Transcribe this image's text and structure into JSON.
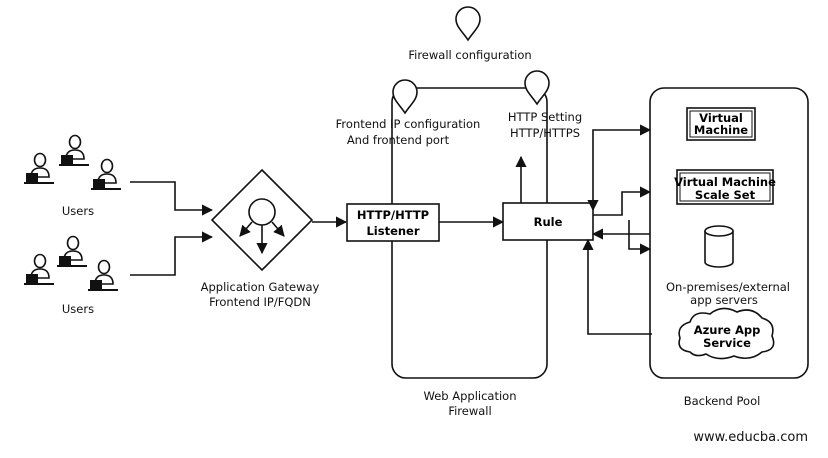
{
  "diagram": {
    "users_label_1": "Users",
    "users_label_2": "Users",
    "gateway_label_line1": "Application Gateway",
    "gateway_label_line2": "Frontend IP/FQDN",
    "listener_line1": "HTTP/HTTP",
    "listener_line2": "Listener",
    "firewall_config_label": "Firewall configuration",
    "frontend_ip_line1": "Frontend IP configuration",
    "frontend_ip_line2": "And frontend port",
    "http_setting_line1": "HTTP Setting",
    "http_setting_line2": "HTTP/HTTPS",
    "rule_label": "Rule",
    "waf_line1": "Web Application",
    "waf_line2": "Firewall",
    "backend_vm_line1": "Virtual",
    "backend_vm_line2": "Machine",
    "backend_vmss_line1": "Virtual Machine",
    "backend_vmss_line2": "Scale Set",
    "backend_onprem_line1": "On-premises/external",
    "backend_onprem_line2": "app servers",
    "backend_azure_line1": "Azure App",
    "backend_azure_line2": "Service",
    "backend_pool_label": "Backend Pool",
    "watermark": "www.educba.com"
  }
}
